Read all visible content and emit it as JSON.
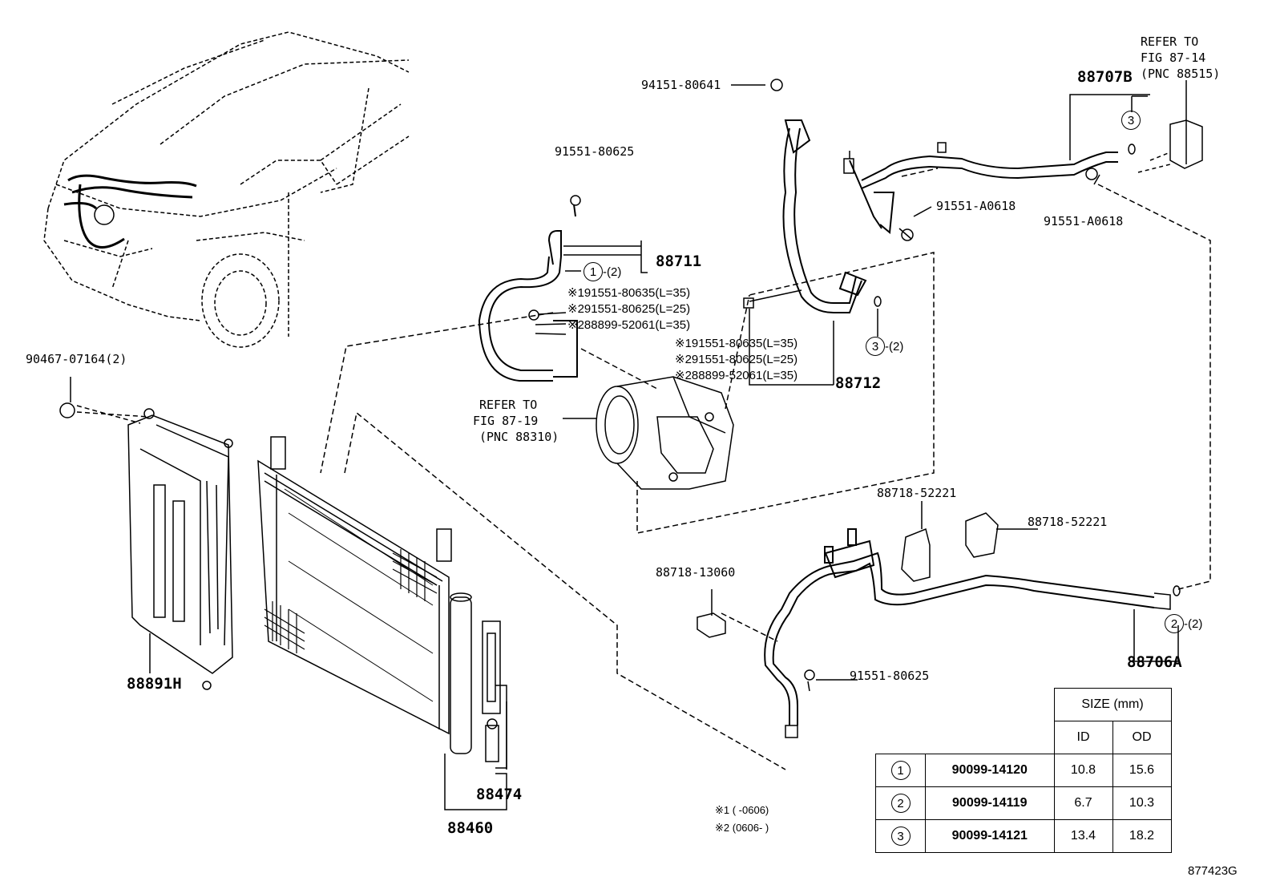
{
  "figure_id": "877423G",
  "callouts": {
    "c90467": "90467-07164(2)",
    "c88891": "88891H",
    "c91551_top": "91551-80625",
    "c88711": "88711",
    "c1_qty": "1",
    "c1_paren": "-(2)",
    "c_l1a": "※191551-80635(L=35)",
    "c_l1b": "※291551-80625(L=25)",
    "c_l1c": "※288899-52061(L=35)",
    "refer_comp_1": "REFER TO",
    "refer_comp_2": "FIG 87-19",
    "refer_comp_3": "(PNC 88310)",
    "c94151": "94151-80641",
    "c_l2a": "※191551-80635(L=35)",
    "c_l2b": "※291551-80625(L=25)",
    "c_l2c": "※288899-52061(L=35)",
    "c3_paren": "-(2)",
    "c88712": "88712",
    "c88707b": "88707B",
    "refer_valve_1": "REFER TO",
    "refer_valve_2": "FIG 87-14",
    "refer_valve_3": "(PNC 88515)",
    "c91551a_1": "91551-A0618",
    "c91551a_2": "91551-A0618",
    "c88718_a": "88718-52221",
    "c88718_b": "88718-52221",
    "c88718_13060": "88718-13060",
    "c91551_lower": "91551-80625",
    "c2_paren": "-(2)",
    "c88706a": "88706A",
    "c88474": "88474",
    "c88460": "88460",
    "note1": "※1  (      -0606)",
    "note2": "※2  (0606-      )"
  },
  "size_table": {
    "header": "SIZE (mm)",
    "col_id": "ID",
    "col_od": "OD",
    "rows": [
      {
        "ref": "1",
        "part": "90099-14120",
        "id": "10.8",
        "od": "15.6"
      },
      {
        "ref": "2",
        "part": "90099-14119",
        "id": "6.7",
        "od": "10.3"
      },
      {
        "ref": "3",
        "part": "90099-14121",
        "id": "13.4",
        "od": "18.2"
      }
    ]
  }
}
